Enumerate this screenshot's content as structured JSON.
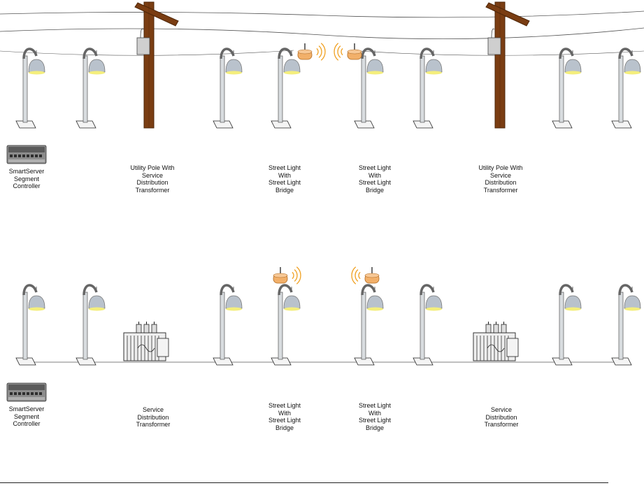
{
  "colors": {
    "pole": "#7a3d12",
    "pole_dark": "#4e2608",
    "lamp_head": "#b9c2cc",
    "lamp_glow": "#f4ee7c",
    "bridge_body": "#f2b06a",
    "bridge_waves": "#f0a020",
    "line": "#555555",
    "transformer": "#eeeeee"
  },
  "top_row": {
    "controller": {
      "lines": [
        "SmartServer",
        "Segment",
        "Controller"
      ],
      "icon": "controller-icon"
    },
    "labels": [
      {
        "lines": [
          "Utility Pole With",
          "Service",
          "Distribution",
          "Transformer"
        ]
      },
      {
        "lines": [
          "Street Light",
          "With",
          "Street Light",
          "Bridge"
        ]
      },
      {
        "lines": [
          "Street Light",
          "With",
          "Street Light",
          "Bridge"
        ]
      },
      {
        "lines": [
          "Utility Pole With",
          "Service",
          "Distribution",
          "Transformer"
        ]
      }
    ]
  },
  "bottom_row": {
    "controller": {
      "lines": [
        "SmartServer",
        "Segment",
        "Controller"
      ],
      "icon": "controller-icon"
    },
    "labels": [
      {
        "lines": [
          "Service",
          "Distribution",
          "Transformer"
        ]
      },
      {
        "lines": [
          "Street Light",
          "With",
          "Street Light",
          "Bridge"
        ]
      },
      {
        "lines": [
          "Street Light",
          "With",
          "Street Light",
          "Bridge"
        ]
      },
      {
        "lines": [
          "Service",
          "Distribution",
          "Transformer"
        ]
      }
    ]
  }
}
